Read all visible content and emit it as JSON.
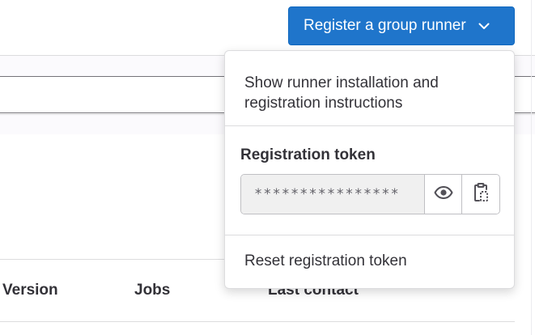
{
  "register_button": {
    "label": "Register a group runner",
    "icon": "chevron-down-icon",
    "color": "#1f75cb"
  },
  "dropdown": {
    "instructions_label": "Show runner installation and registration instructions",
    "token_heading": "Registration token",
    "token_value": "****************",
    "reveal_icon": "eye-icon",
    "copy_icon": "copy-to-clipboard-icon",
    "reset_label": "Reset registration token"
  },
  "table": {
    "columns": [
      "Version",
      "Jobs",
      "Last contact"
    ]
  }
}
